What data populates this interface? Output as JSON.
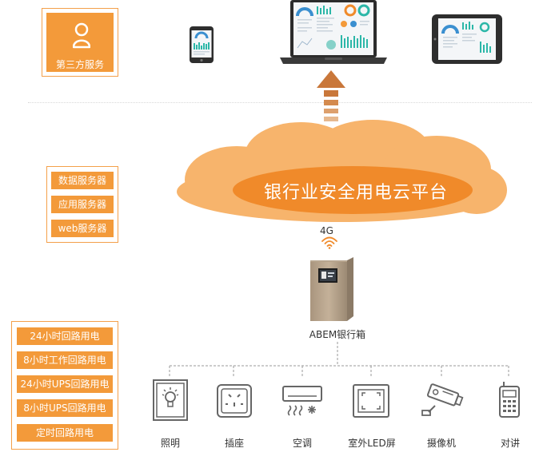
{
  "third_party": {
    "label": "第三方服务"
  },
  "servers": [
    {
      "label": "数据服务器"
    },
    {
      "label": "应用服务器"
    },
    {
      "label": "web服务器"
    }
  ],
  "circuits": [
    {
      "label": "24小时回路用电"
    },
    {
      "label": "8小时工作回路用电"
    },
    {
      "label": "24小时UPS回路用电"
    },
    {
      "label": "8小时UPS回路用电"
    },
    {
      "label": "定时回路用电"
    }
  ],
  "cloud": {
    "title": "银行业安全用电云平台"
  },
  "network": {
    "label": "4G"
  },
  "cabinet": {
    "label": "ABEM银行箱"
  },
  "devices": [
    {
      "label": "照明",
      "icon": "bulb-icon"
    },
    {
      "label": "插座",
      "icon": "socket-icon"
    },
    {
      "label": "空调",
      "icon": "air-conditioner-icon"
    },
    {
      "label": "室外LED屏",
      "icon": "led-screen-icon"
    },
    {
      "label": "摄像机",
      "icon": "camera-icon"
    },
    {
      "label": "对讲",
      "icon": "intercom-icon"
    }
  ],
  "colors": {
    "accent": "#f39a3a",
    "cloud": "#f7b46c",
    "cloud_dark": "#f08a2a",
    "arrow": "#c9773a"
  }
}
